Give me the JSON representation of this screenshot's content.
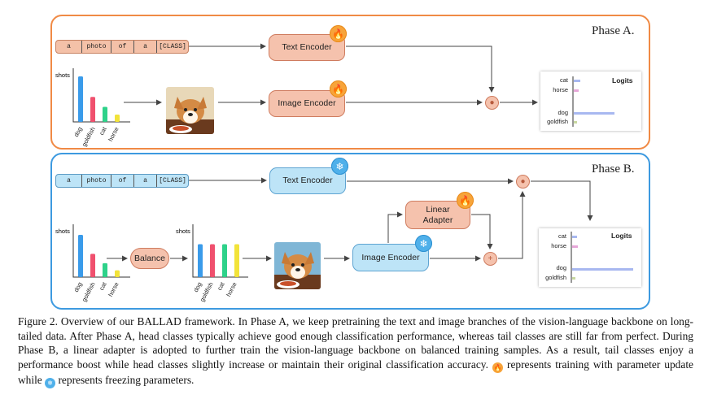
{
  "phaseA": {
    "title": "Phase A.",
    "prompt_tokens": [
      "a",
      "photo",
      "of",
      "a",
      "[CLASS]"
    ],
    "text_encoder": "Text Encoder",
    "image_encoder": "Image Encoder",
    "shots_label": "shots",
    "categories": [
      "dog",
      "goldfish",
      "cat",
      "horse"
    ],
    "logits_title": "Logits",
    "logit_labels": [
      "cat",
      "horse",
      "dog",
      "goldfish"
    ]
  },
  "phaseB": {
    "title": "Phase B.",
    "prompt_tokens": [
      "a",
      "photo",
      "of",
      "a",
      "[CLASS]"
    ],
    "text_encoder": "Text Encoder",
    "image_encoder": "Image Encoder",
    "linear_adapter": "Linear Adapter",
    "balance": "Balance",
    "shots_label": "shots",
    "categories": [
      "dog",
      "goldfish",
      "cat",
      "horse"
    ],
    "logits_title": "Logits",
    "logit_labels": [
      "cat",
      "horse",
      "dog",
      "goldfish"
    ]
  },
  "bar_colors": [
    "#3a9bea",
    "#f0506e",
    "#2ed28a",
    "#f2e33a"
  ],
  "long_tailed_shots": [
    1.0,
    0.55,
    0.33,
    0.16
  ],
  "balanced_shots": [
    0.78,
    0.78,
    0.78,
    0.78
  ],
  "caption": {
    "part1": "Figure 2. Overview of our BALLAD framework. In Phase A, we keep pretraining the text and image branches of the vision-language backbone on long-tailed data. After Phase A, head classes typically achieve good enough classification performance, whereas tail classes are still far from perfect. During Phase B, a linear adapter is adopted to further train the vision-language backbone on balanced training samples. As a result, tail classes enjoy a performance boost while head classes slightly increase or maintain their original classification accuracy.",
    "part2": "represents training with parameter update while",
    "part3": "represents freezing parameters."
  },
  "icons": {
    "train": "flame-icon",
    "frozen": "snowflake-icon"
  }
}
